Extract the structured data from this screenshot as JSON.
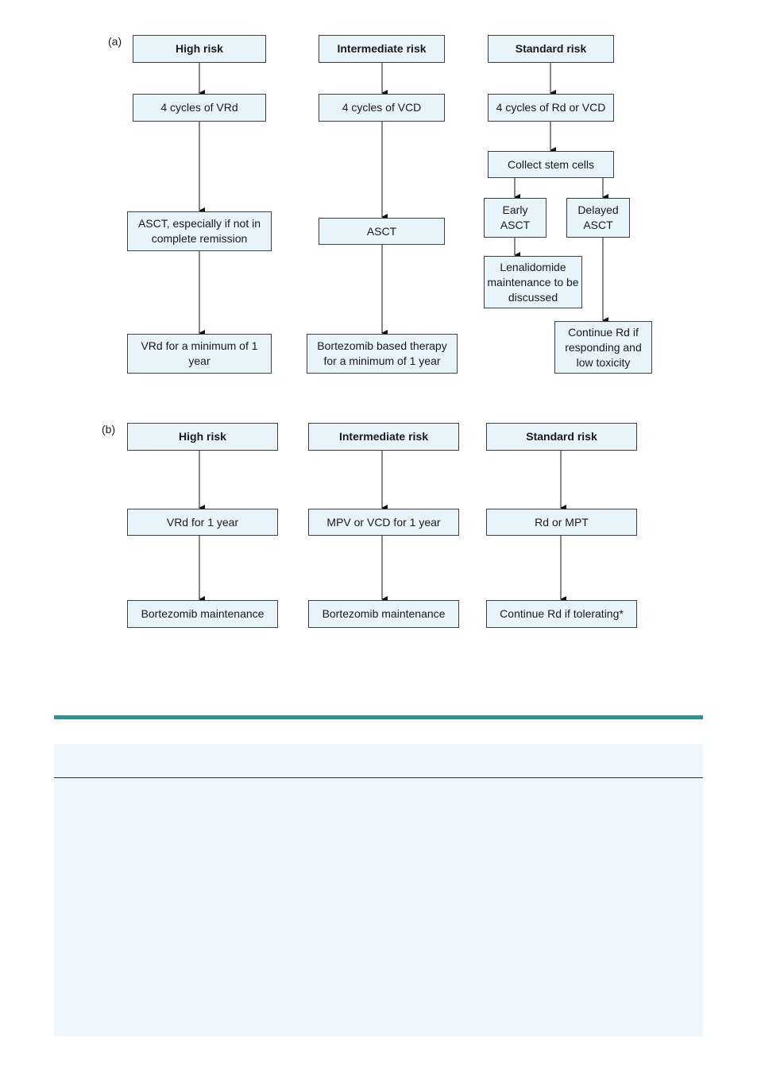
{
  "panel_a": {
    "label": "(a)",
    "high_risk": {
      "title": "High risk",
      "step1": "4 cycles of VRd",
      "step2": "ASCT, especially if not in complete remission",
      "step3": "VRd for a minimum of 1 year"
    },
    "intermediate_risk": {
      "title": "Intermediate risk",
      "step1": "4 cycles of VCD",
      "step2": "ASCT",
      "step3": "Bortezomib based therapy for a minimum of 1 year"
    },
    "standard_risk": {
      "title": "Standard risk",
      "step1": "4 cycles of Rd or VCD",
      "step2": "Collect stem cells",
      "early": "Early ASCT",
      "delayed": "Delayed ASCT",
      "early_next": "Lenalidomide maintenance to be discussed",
      "delayed_next": "Continue Rd if responding and low toxicity"
    }
  },
  "panel_b": {
    "label": "(b)",
    "high_risk": {
      "title": "High risk",
      "step1": "VRd for 1 year",
      "step2": "Bortezomib maintenance"
    },
    "intermediate_risk": {
      "title": "Intermediate risk",
      "step1": "MPV or VCD for 1 year",
      "step2": "Bortezomib maintenance"
    },
    "standard_risk": {
      "title": "Standard risk",
      "step1": "Rd or MPT",
      "step2": "Continue Rd if tolerating*"
    }
  },
  "colors": {
    "box_fill": "#e8f4fb",
    "border": "#404040",
    "accent_rule": "#3a8d8c",
    "lower_panel": "#eef7fc"
  }
}
